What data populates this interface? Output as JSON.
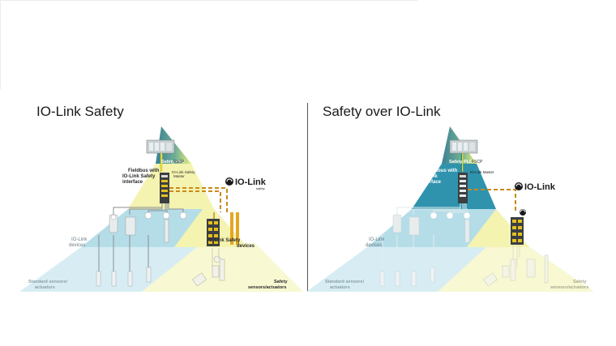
{
  "left": {
    "title": "IO-Link Safety",
    "safety_plc": "Safety PLC",
    "fscp": "FSCP",
    "fieldbus": [
      "Fieldbus  with",
      "IO-Link Safety",
      "interface"
    ],
    "master": [
      "IO-Link Safety",
      "Master"
    ],
    "logo_text": "IO-Link",
    "logo_sub": "safety",
    "io_link_devices": [
      "IO-Link",
      "devices"
    ],
    "io_link_safety_devices": [
      "IO-Link Safety",
      "devices"
    ],
    "standard": [
      "Standard sensors/",
      "actuators"
    ],
    "safety_sensors": [
      "Safety",
      "sensors/actuators"
    ]
  },
  "right": {
    "title": "Safety over IO-Link",
    "safety_plc": "Safety PLC",
    "fscp": "FSCP",
    "fieldbus": [
      "Fieldbus with",
      "IO-Link",
      "interface"
    ],
    "master": [
      "IO-Link Master"
    ],
    "logo_text": "IO-Link",
    "io_link_devices": [
      "IO-Link",
      "devices"
    ],
    "standard": [
      "Standard sensors/",
      "actuators"
    ],
    "safety_sensors": [
      "Safety",
      "sensors/actuators"
    ]
  },
  "colors": {
    "teal_dark": "#3f8799",
    "teal": "#2f93ad",
    "yellow_light": "#f4f3b0",
    "yellow_pale": "#f8f8d2",
    "blue_light": "#b5dde8",
    "blue_pale": "#d7edf3",
    "safety_line": "#c98a1a"
  },
  "icons": [
    "plc-icon",
    "master-module-icon",
    "io-link-logo-icon",
    "sensor-icon",
    "light-curtain-icon",
    "cable-icon"
  ]
}
